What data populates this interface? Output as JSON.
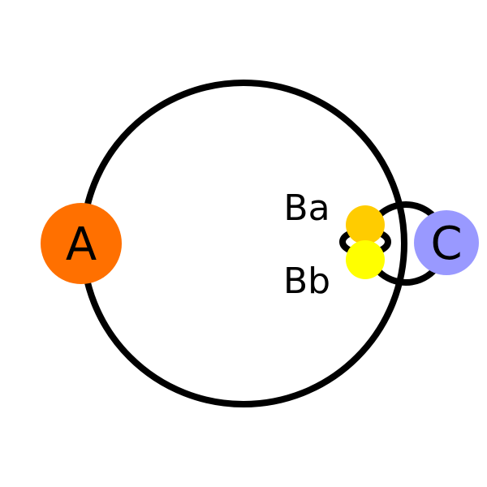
{
  "labels": {
    "a": "A",
    "ba": "Ba",
    "bb": "Bb",
    "c": "C"
  },
  "colors": {
    "background": "#ffffff",
    "orbit_stroke": "#000000",
    "star_a": "#ff7000",
    "star_ba": "#ffcc00",
    "star_bb": "#ffff00",
    "star_c": "#9999ff",
    "text": "#000000"
  }
}
